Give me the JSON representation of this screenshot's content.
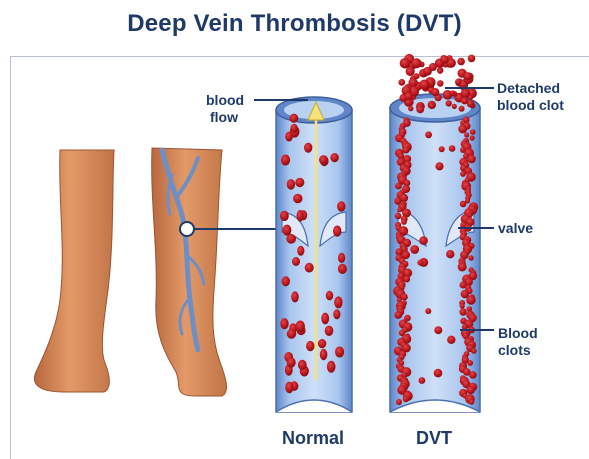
{
  "title": "Deep Vein Thrombosis (DVT)",
  "labels": {
    "blood_flow_line1": "blood",
    "blood_flow_line2": "flow",
    "detached_line1": "Detached",
    "detached_line2": "blood clot",
    "valve": "valve",
    "clots_line1": "Blood",
    "clots_line2": "clots"
  },
  "captions": {
    "normal": "Normal",
    "dvt": "DVT"
  },
  "colors": {
    "title": "#1f3a68",
    "vein_blue": "#8fb3e6",
    "vein_dark": "#5f86c8",
    "blood_red": "#b8161c",
    "skin": "#d98a5a",
    "flow_arrow": "#f4e27a"
  }
}
